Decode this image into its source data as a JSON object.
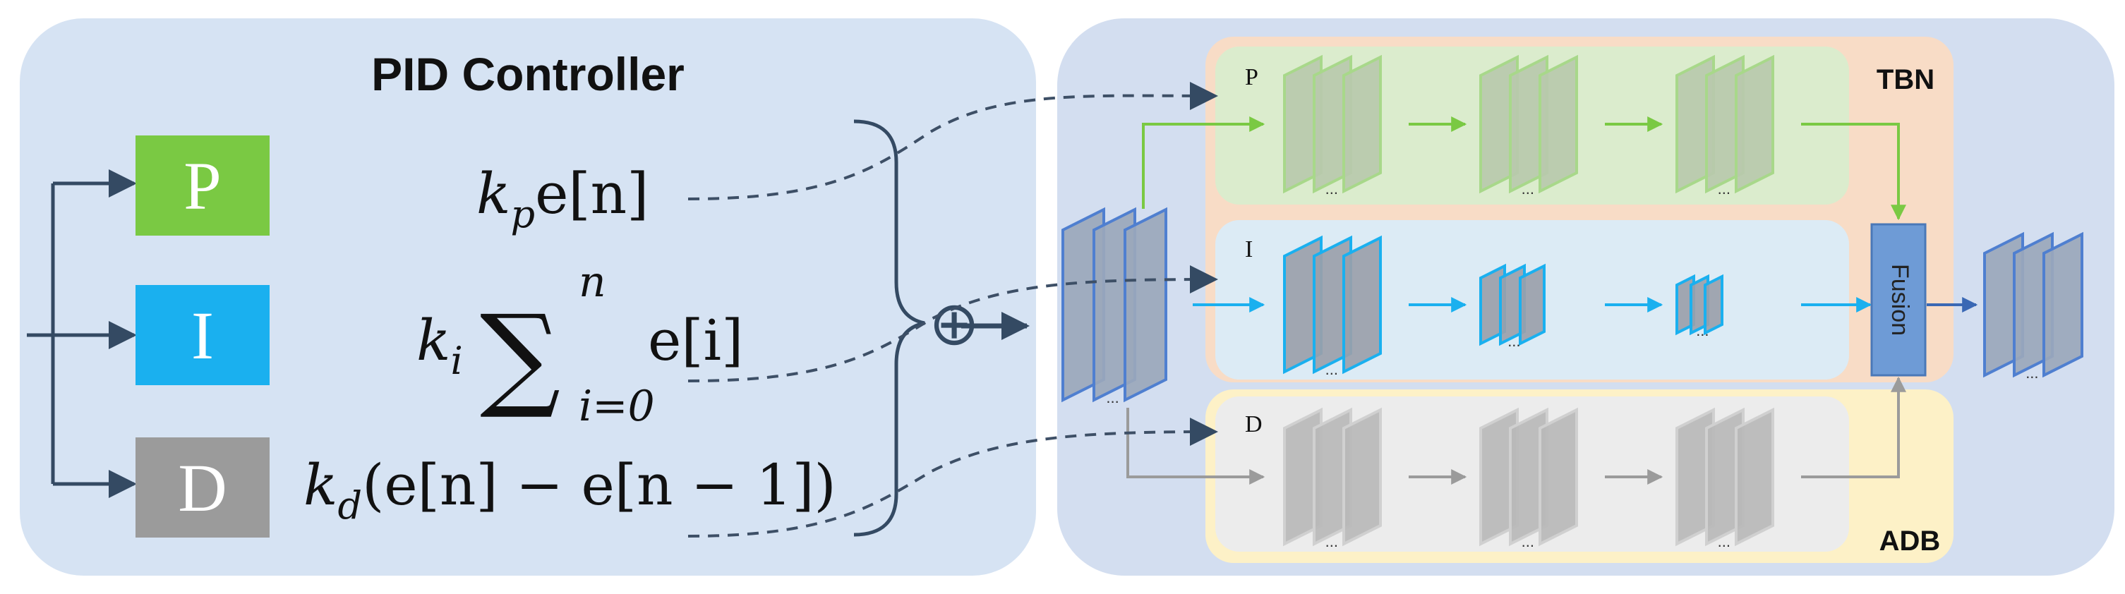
{
  "pid": {
    "title": "PID Controller",
    "boxes": [
      {
        "label": "P",
        "color": "#7ac943"
      },
      {
        "label": "I",
        "color": "#1ab0ef"
      },
      {
        "label": "D",
        "color": "#9b9b9b"
      }
    ],
    "terms": {
      "p": {
        "k": "k",
        "sub": "p",
        "rest": "e[n]"
      },
      "i": {
        "k": "k",
        "sub": "i",
        "sum": "∑",
        "upper": "n",
        "lower": "i=0",
        "rest": "e[i]"
      },
      "d": {
        "k": "k",
        "sub": "d",
        "rest": "(e[n] − e[n − 1])"
      }
    },
    "sum_symbol": "⊕"
  },
  "network": {
    "top_tag": "TBN",
    "bottom_tag": "ADB",
    "branches": {
      "p": "P",
      "i": "I",
      "d": "D"
    },
    "fusion": "Fusion",
    "ellipsis": "..."
  },
  "colors": {
    "left_panel": "#d6e3f3",
    "right_panel": "#d3def0",
    "tbn": "#f8dcc6",
    "adb": "#fdf1c7",
    "p_branch": "#dbeccd",
    "i_branch": "#dcebf5",
    "d_branch": "#ececec",
    "green": "#7ac943",
    "cyan": "#1ab0ef",
    "gray": "#9b9b9b",
    "navy": "#344a63",
    "fusion": "#6e9bd6"
  }
}
